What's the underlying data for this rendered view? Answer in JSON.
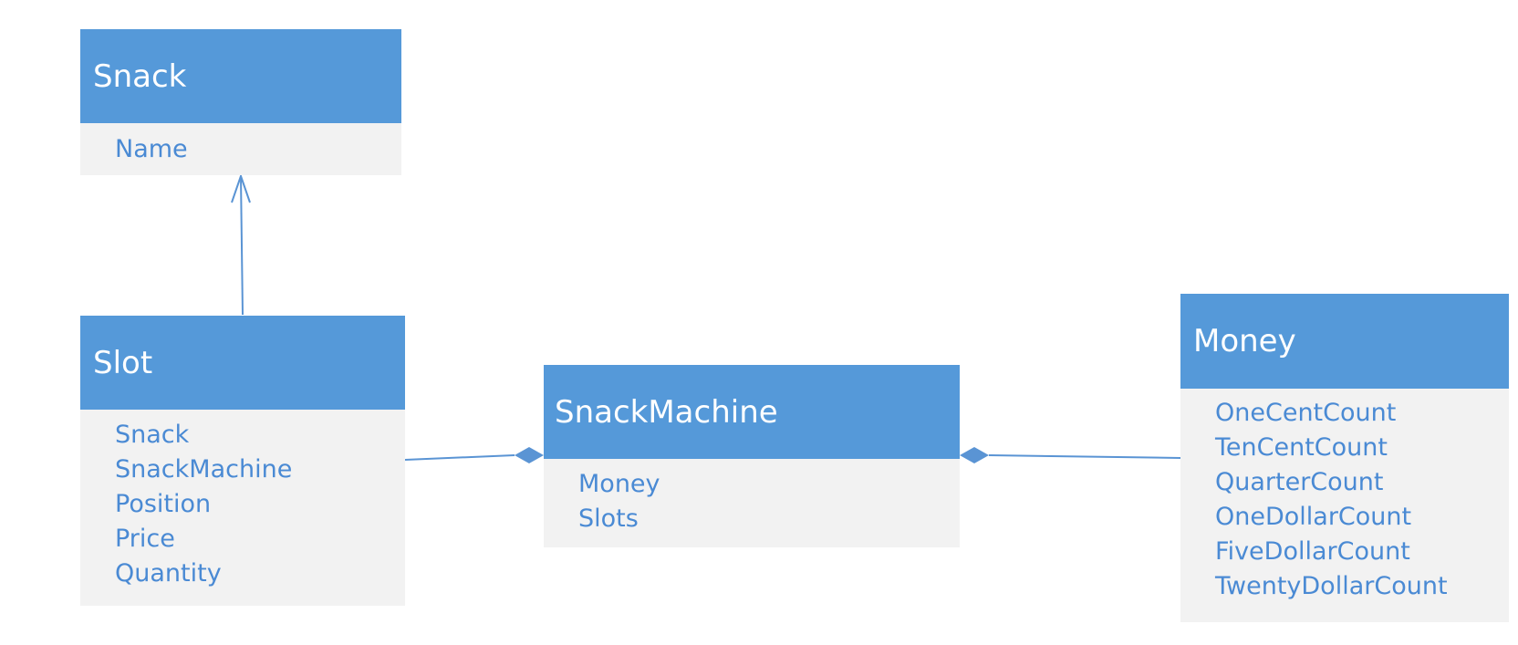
{
  "entities": {
    "snack": {
      "title": "Snack",
      "attributes": [
        "Name"
      ]
    },
    "slot": {
      "title": "Slot",
      "attributes": [
        "Snack",
        "SnackMachine",
        "Position",
        "Price",
        "Quantity"
      ]
    },
    "snackmachine": {
      "title": "SnackMachine",
      "attributes": [
        "Money",
        "Slots"
      ]
    },
    "money": {
      "title": "Money",
      "attributes": [
        "OneCentCount",
        "TenCentCount",
        "QuarterCount",
        "OneDollarCount",
        "FiveDollarCount",
        "TwentyDollarCount"
      ]
    }
  },
  "relationships": [
    {
      "from": "Slot",
      "to": "Snack",
      "type": "association"
    },
    {
      "from": "Slot",
      "to": "SnackMachine",
      "type": "composition"
    },
    {
      "from": "Money",
      "to": "SnackMachine",
      "type": "composition"
    }
  ],
  "colors": {
    "header_background": "#5599d9",
    "header_text": "#ffffff",
    "body_background": "#f2f2f2",
    "attribute_text": "#4a8ad4",
    "connector": "#5a94d4"
  }
}
